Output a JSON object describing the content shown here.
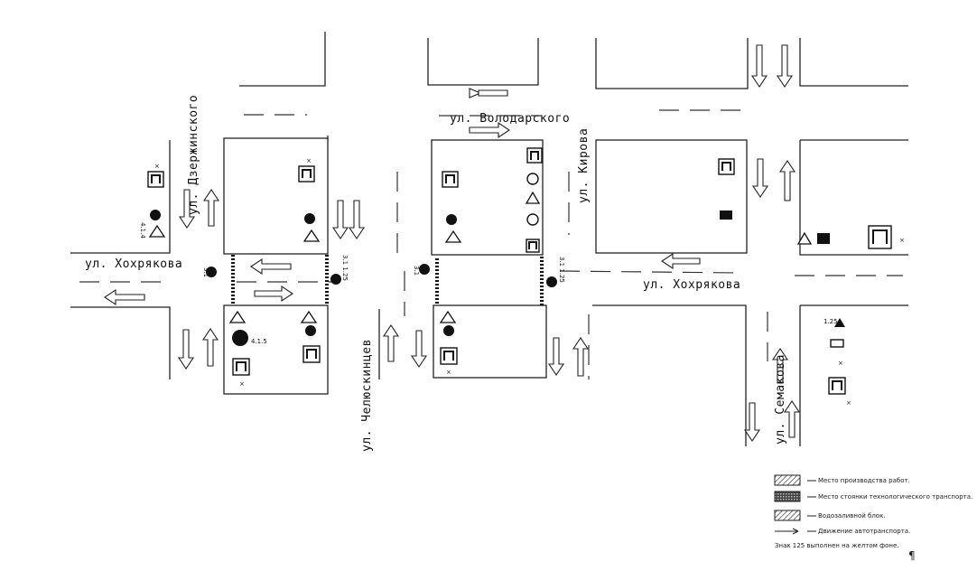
{
  "streets": {
    "dzerzhinskogo": "ул. Дзержинского",
    "volodarskogo": "ул. Володарского",
    "kirova": "ул. Кирова",
    "khokhryakova_left": "ул. Хохрякова",
    "khokhryakova_right": "ул. Хохрякова",
    "chelyuskintsev": "ул. Челюскинцев",
    "semakova": "ул. Семакова"
  },
  "sign_labels": {
    "s_4_1_4": "4.1.4",
    "s_4_1_5": "4.1.5",
    "s_3_1_left": "3.1",
    "s_3_1_mid": "3.1",
    "s_3_1_125_left": "3.1 1.25",
    "s_3_1_125_mid": "3.1 1.25",
    "s_125": "1.25"
  },
  "legend": {
    "items": [
      "Место производства работ.",
      "Место стоянки технологического транспорта.",
      "Водозаливной блок.",
      "Движение автотранспорта."
    ],
    "note": "Знак 125 выполнен на желтом фоне."
  },
  "pilcrow": "¶"
}
